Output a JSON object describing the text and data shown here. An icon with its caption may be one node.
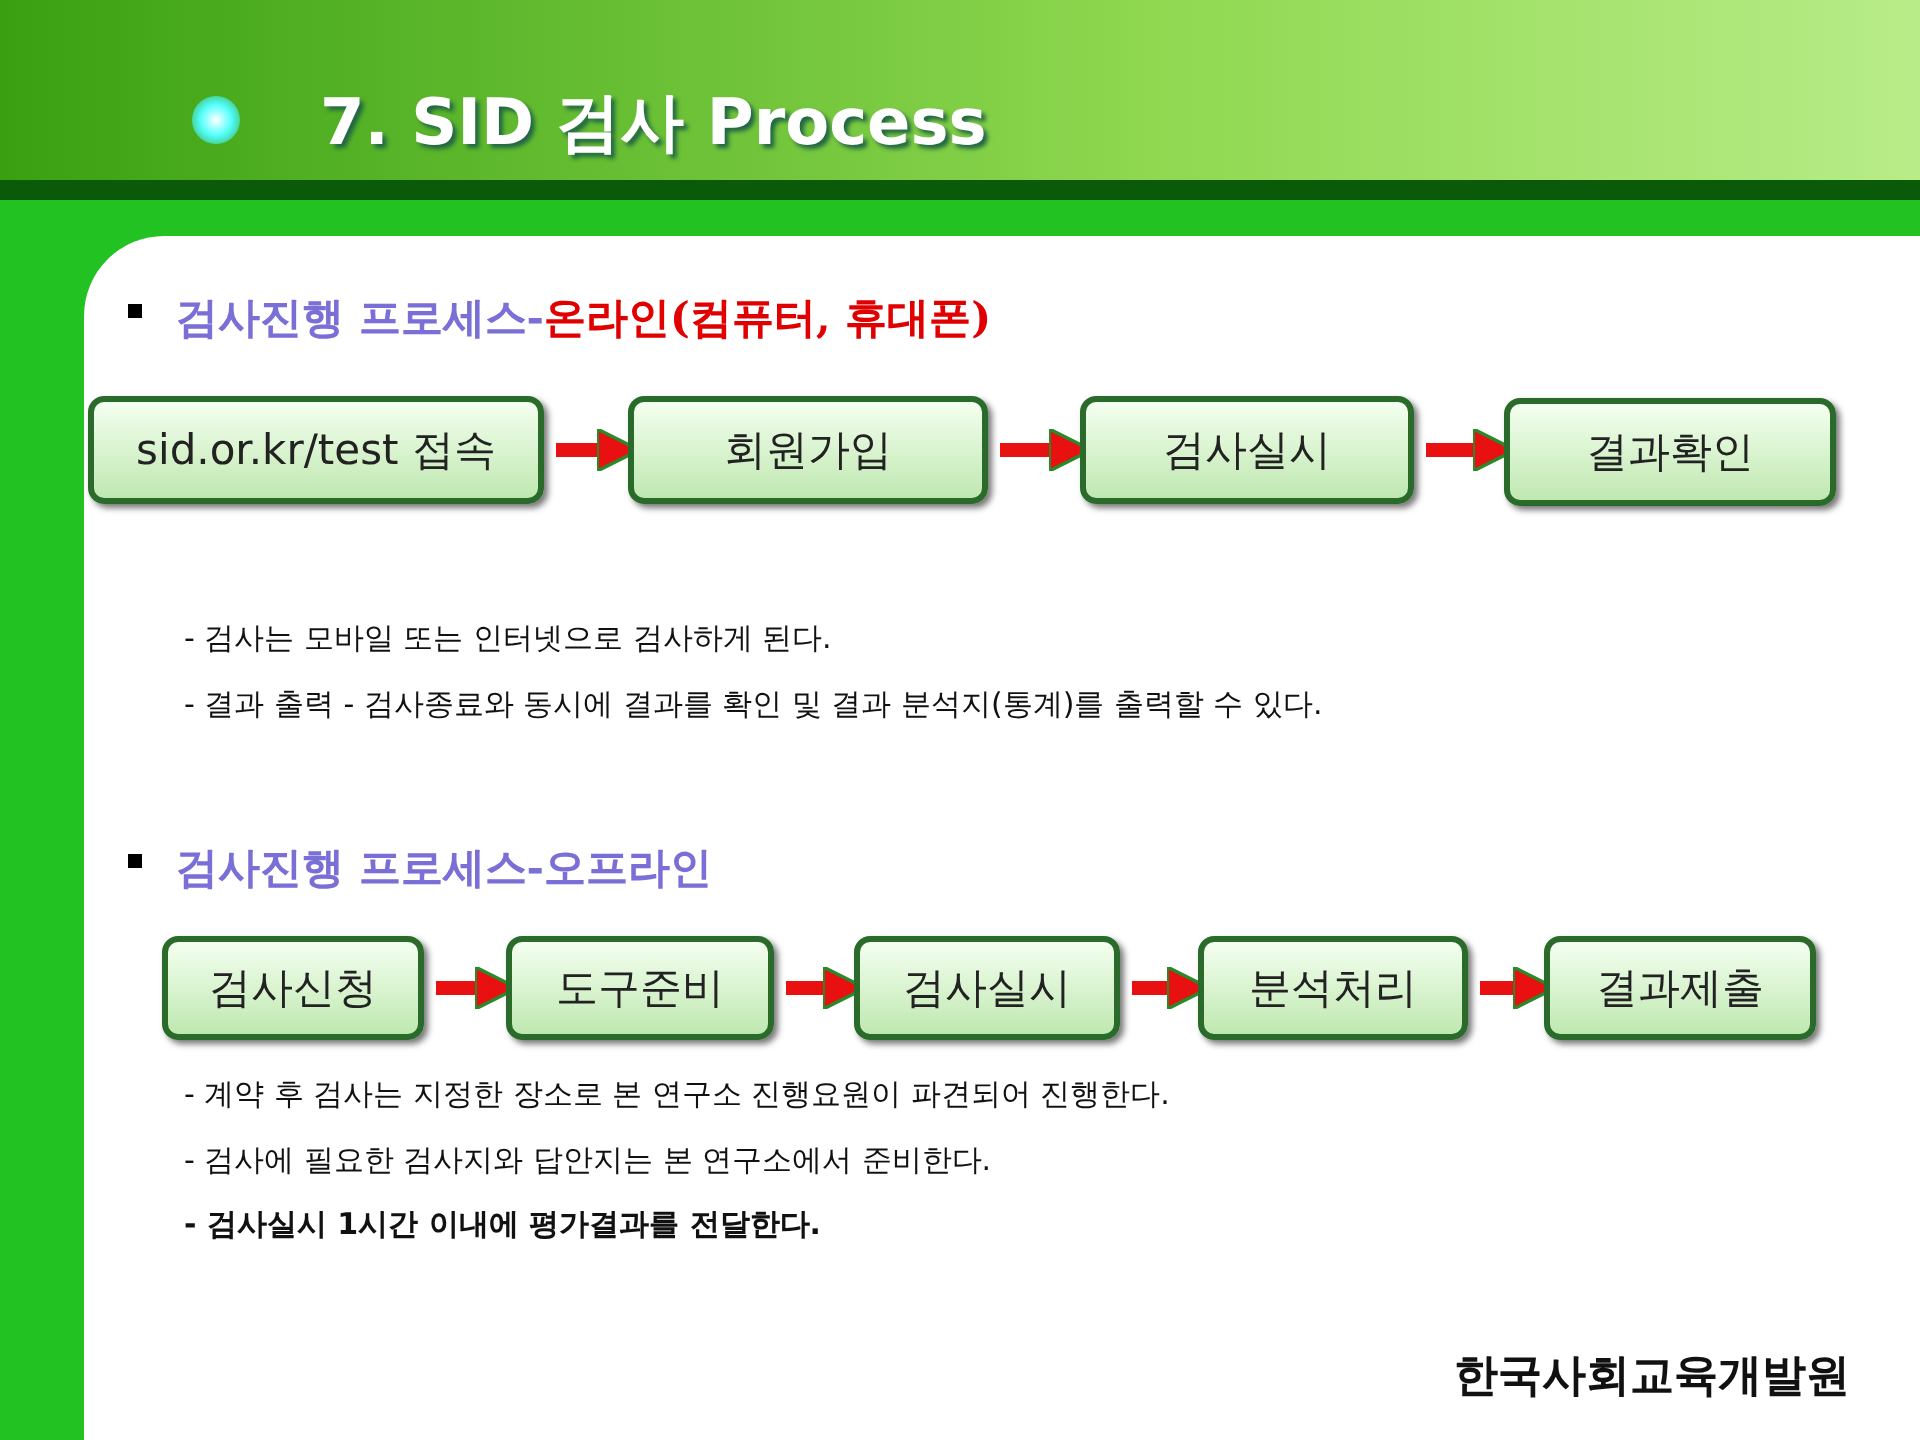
{
  "diagram": {
    "title": "7. SID 검사 Process",
    "nodes": [
      {
        "text": [
          "sid.or.kr/test 접속"
        ]
      },
      {
        "text": [
          "회원가입"
        ]
      },
      {
        "text": [
          "검사실시"
        ]
      },
      {
        "text": [
          "결과확인"
        ]
      },
      {
        "text": [
          "검사신청"
        ]
      },
      {
        "text": [
          "도구준비"
        ]
      },
      {
        "text": [
          "검사실시"
        ]
      },
      {
        "text": [
          "분석처리"
        ]
      },
      {
        "text": [
          "결과제출"
        ]
      }
    ],
    "edges": [
      {
        "from": 0,
        "to": 1,
        "arrow": "to"
      },
      {
        "from": 1,
        "to": 2,
        "arrow": "to"
      },
      {
        "from": 2,
        "to": 3,
        "arrow": "to"
      },
      {
        "from": 4,
        "to": 5,
        "arrow": "to"
      },
      {
        "from": 5,
        "to": 6,
        "arrow": "to"
      },
      {
        "from": 6,
        "to": 7,
        "arrow": "to"
      },
      {
        "from": 7,
        "to": 8,
        "arrow": "to"
      }
    ],
    "labels": [
      "검사진행 프로세스-",
      "온라인(컴퓨터, 휴대폰)",
      "- 검사는 모바일 또는 인터넷으로 검사하게 된다.",
      "- 결과 출력 - 검사종료와 동시에 결과를 확인 및 결과 분석지(통계)를 출력할 수 있다.",
      "검사진행 프로세스-오프라인",
      "- 계약 후 검사는 지정한 장소로  본 연구소 진행요원이 파견되어 진행한다.",
      "- 검사에 필요한 검사지와 답안지는  본 연구소에서 준비한다.",
      "- 검사실시 1시간 이내에 평가결과를 전달한다.",
      "한국사회교육개발원"
    ]
  }
}
